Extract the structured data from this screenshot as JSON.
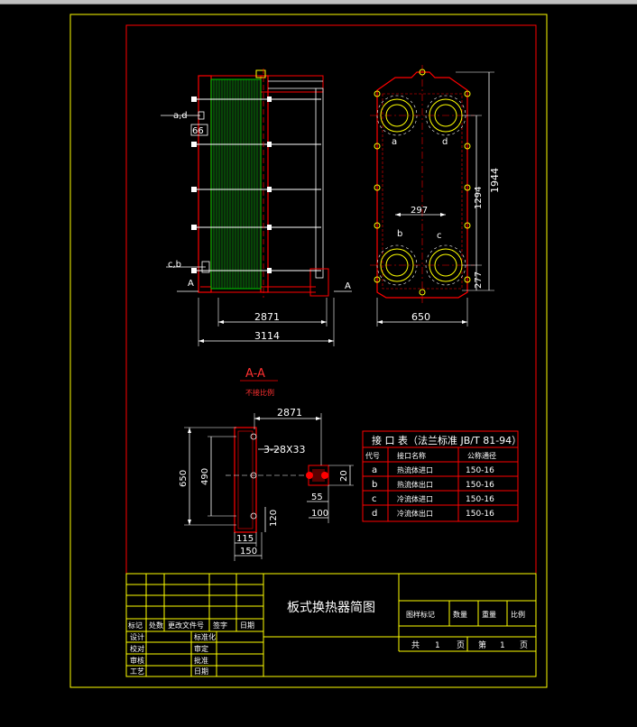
{
  "colors": {
    "background": "#000000",
    "frame": "#ffff00",
    "border_red": "#ff0000",
    "dimension": "#ffffff",
    "plates": "#00cc00",
    "text": "#ffffff"
  },
  "side_view": {
    "label_ad": "a,d",
    "label_cb": "c,b",
    "dim_66": "66",
    "dim_2871": "2871",
    "dim_3114": "3114",
    "section_mark": "A"
  },
  "front_view": {
    "port_a": "a",
    "port_d": "d",
    "port_b": "b",
    "port_c": "c",
    "dim_297": "297",
    "dim_1944": "1944",
    "dim_1294": "1294",
    "dim_277": "277",
    "dim_650": "650"
  },
  "section": {
    "title": "A-A",
    "subtitle": "不接比例",
    "dim_2871": "2871",
    "hole_label": "3-28X33",
    "dim_650": "650",
    "dim_490": "490",
    "dim_120": "120",
    "dim_115": "115",
    "dim_150": "150",
    "dim_55": "55",
    "dim_100": "100",
    "dim_20": "20"
  },
  "nozzle_table": {
    "title": "接 口 表（法兰标准 JB/T 81-94）",
    "headers": [
      "代号",
      "接口名称",
      "公称通径"
    ],
    "rows": [
      {
        "code": "a",
        "name": "热流体进口",
        "spec": "150-16"
      },
      {
        "code": "b",
        "name": "热流体出口",
        "spec": "150-16"
      },
      {
        "code": "c",
        "name": "冷流体进口",
        "spec": "150-16"
      },
      {
        "code": "d",
        "name": "冷流体出口",
        "spec": "150-16"
      }
    ]
  },
  "title_block": {
    "drawing_title": "板式换热器简图",
    "rev_headers": [
      "标记",
      "处数",
      "更改文件号",
      "签字",
      "日期"
    ],
    "roles_left": [
      "设计",
      "校对",
      "审核",
      "工艺"
    ],
    "roles_right": [
      "标准化",
      "审定",
      "批准",
      "日期"
    ],
    "right_headers": [
      "图样标记",
      "数量",
      "重量",
      "比例"
    ],
    "sheet_total_label": "共",
    "sheet_total": "1",
    "sheet_total_unit": "页",
    "sheet_num_label": "第",
    "sheet_num": "1",
    "sheet_num_unit": "页"
  }
}
